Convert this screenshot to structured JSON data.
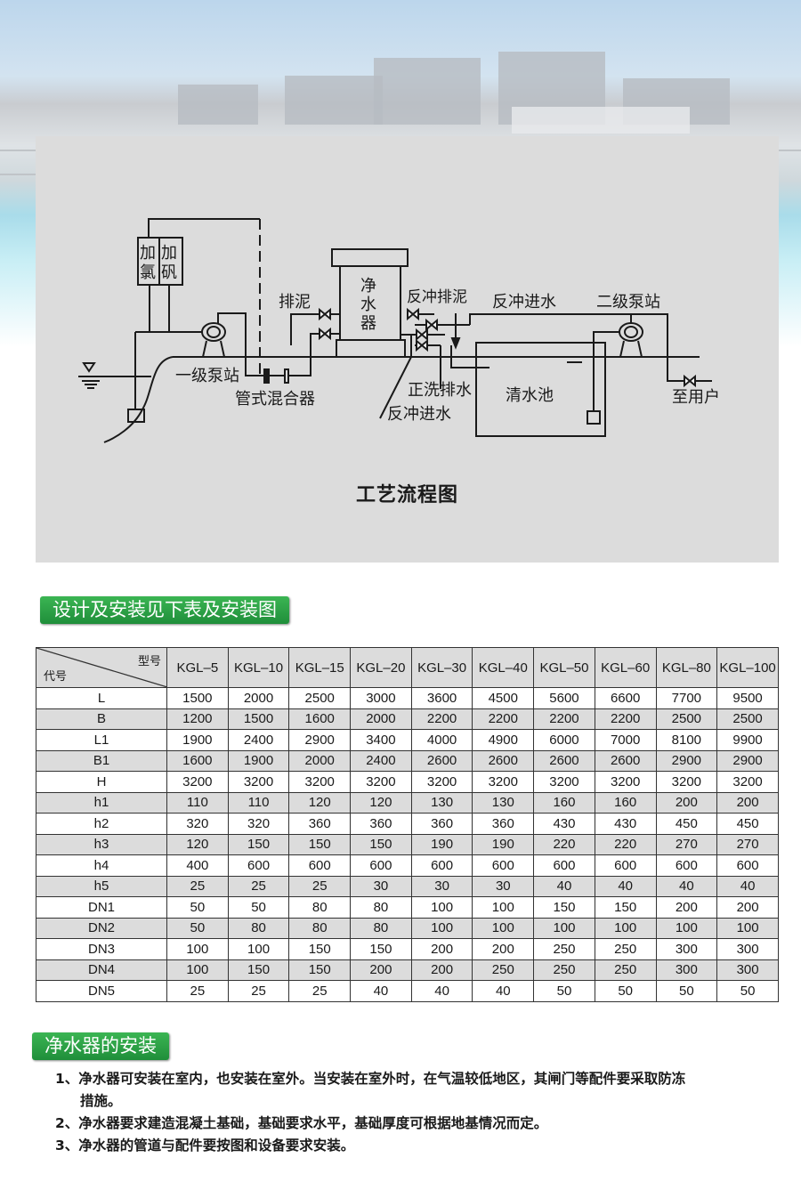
{
  "diagram": {
    "title": "工艺流程图",
    "labels": {
      "chlorine": "加氯",
      "alum": "加矾",
      "purifier": "净水器",
      "sludge": "排泥",
      "backwash_sludge": "反冲排泥",
      "backwash_inlet_top": "反冲进水",
      "secondary_pump": "二级泵站",
      "primary_pump": "一级泵站",
      "pipe_mixer": "管式混合器",
      "forward_wash": "正洗排水",
      "backwash_inlet_bottom": "反冲进水",
      "clear_tank": "清水池",
      "to_user": "至用户"
    }
  },
  "section1": {
    "title": "设计及安装见下表及安装图"
  },
  "table": {
    "corner_model": "型号",
    "corner_code": "代号",
    "models": [
      "KGL–5",
      "KGL–10",
      "KGL–15",
      "KGL–20",
      "KGL–30",
      "KGL–40",
      "KGL–50",
      "KGL–60",
      "KGL–80",
      "KGL–100"
    ],
    "rows": [
      {
        "code": "L",
        "values": [
          "1500",
          "2000",
          "2500",
          "3000",
          "3600",
          "4500",
          "5600",
          "6600",
          "7700",
          "9500"
        ]
      },
      {
        "code": "B",
        "values": [
          "1200",
          "1500",
          "1600",
          "2000",
          "2200",
          "2200",
          "2200",
          "2200",
          "2500",
          "2500"
        ]
      },
      {
        "code": "L1",
        "values": [
          "1900",
          "2400",
          "2900",
          "3400",
          "4000",
          "4900",
          "6000",
          "7000",
          "8100",
          "9900"
        ]
      },
      {
        "code": "B1",
        "values": [
          "1600",
          "1900",
          "2000",
          "2400",
          "2600",
          "2600",
          "2600",
          "2600",
          "2900",
          "2900"
        ]
      },
      {
        "code": "H",
        "values": [
          "3200",
          "3200",
          "3200",
          "3200",
          "3200",
          "3200",
          "3200",
          "3200",
          "3200",
          "3200"
        ]
      },
      {
        "code": "h1",
        "values": [
          "110",
          "110",
          "120",
          "120",
          "130",
          "130",
          "160",
          "160",
          "200",
          "200"
        ]
      },
      {
        "code": "h2",
        "values": [
          "320",
          "320",
          "360",
          "360",
          "360",
          "360",
          "430",
          "430",
          "450",
          "450"
        ]
      },
      {
        "code": "h3",
        "values": [
          "120",
          "150",
          "150",
          "150",
          "190",
          "190",
          "220",
          "220",
          "270",
          "270"
        ]
      },
      {
        "code": "h4",
        "values": [
          "400",
          "600",
          "600",
          "600",
          "600",
          "600",
          "600",
          "600",
          "600",
          "600"
        ]
      },
      {
        "code": "h5",
        "values": [
          "25",
          "25",
          "25",
          "30",
          "30",
          "30",
          "40",
          "40",
          "40",
          "40"
        ]
      },
      {
        "code": "DN1",
        "values": [
          "50",
          "50",
          "80",
          "80",
          "100",
          "100",
          "150",
          "150",
          "200",
          "200"
        ]
      },
      {
        "code": "DN2",
        "values": [
          "50",
          "80",
          "80",
          "80",
          "100",
          "100",
          "100",
          "100",
          "100",
          "100"
        ]
      },
      {
        "code": "DN3",
        "values": [
          "100",
          "100",
          "150",
          "150",
          "200",
          "200",
          "250",
          "250",
          "300",
          "300"
        ]
      },
      {
        "code": "DN4",
        "values": [
          "100",
          "150",
          "150",
          "200",
          "200",
          "250",
          "250",
          "250",
          "300",
          "300"
        ]
      },
      {
        "code": "DN5",
        "values": [
          "25",
          "25",
          "25",
          "40",
          "40",
          "40",
          "50",
          "50",
          "50",
          "50"
        ]
      }
    ]
  },
  "section2": {
    "title": "净水器的安装",
    "notes": [
      "1、净水器可安装在室内，也安装在室外。当安装在室外时，在气温较低地区，其闸门等配件要采取防冻",
      "措施。",
      "2、净水器要求建造混凝土基础，基础要求水平，基础厚度可根据地基情况而定。",
      "3、净水器的管道与配件要按图和设备要求安装。"
    ]
  },
  "colors": {
    "section_green": "#2a9f45",
    "panel_gray": "#dcdcdc"
  }
}
